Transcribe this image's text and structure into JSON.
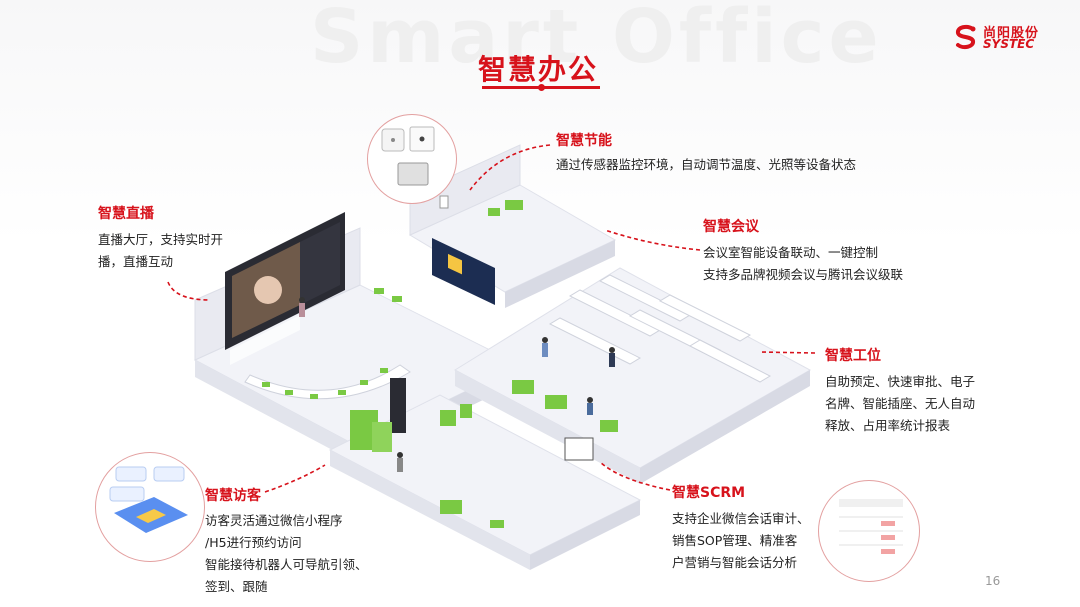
{
  "watermark": "Smart Office",
  "title": "智慧办公",
  "logo": {
    "name_cn": "尚阳股份",
    "name_en": "SYSTEC"
  },
  "page_number": "16",
  "colors": {
    "accent": "#d7121b",
    "green": "#7ac943",
    "floor": "#f0f1f6",
    "dash": "#d7121b"
  },
  "sections": {
    "energy": {
      "heading": "智慧节能",
      "lines": [
        "通过传感器监控环境，自动调节温度、光照等设备状态"
      ]
    },
    "live": {
      "heading": "智慧直播",
      "lines": [
        "直播大厅，支持实时开",
        "播，直播互动"
      ]
    },
    "meeting": {
      "heading": "智慧会议",
      "lines": [
        "会议室智能设备联动、一键控制",
        "支持多品牌视频会议与腾讯会议级联"
      ]
    },
    "workstation": {
      "heading": "智慧工位",
      "lines": [
        "自助预定、快速审批、电子",
        "名牌、智能插座、无人自动",
        "释放、占用率统计报表"
      ]
    },
    "visitor": {
      "heading": "智慧访客",
      "lines": [
        "访客灵活通过微信小程序",
        "/H5进行预约访问",
        "智能接待机器人可导航引领、",
        "签到、跟随"
      ]
    },
    "scrm": {
      "heading": "智慧SCRM",
      "lines": [
        "支持企业微信会话审计、",
        "销售SOP管理、精准客",
        "户营销与智能会话分析"
      ]
    }
  }
}
